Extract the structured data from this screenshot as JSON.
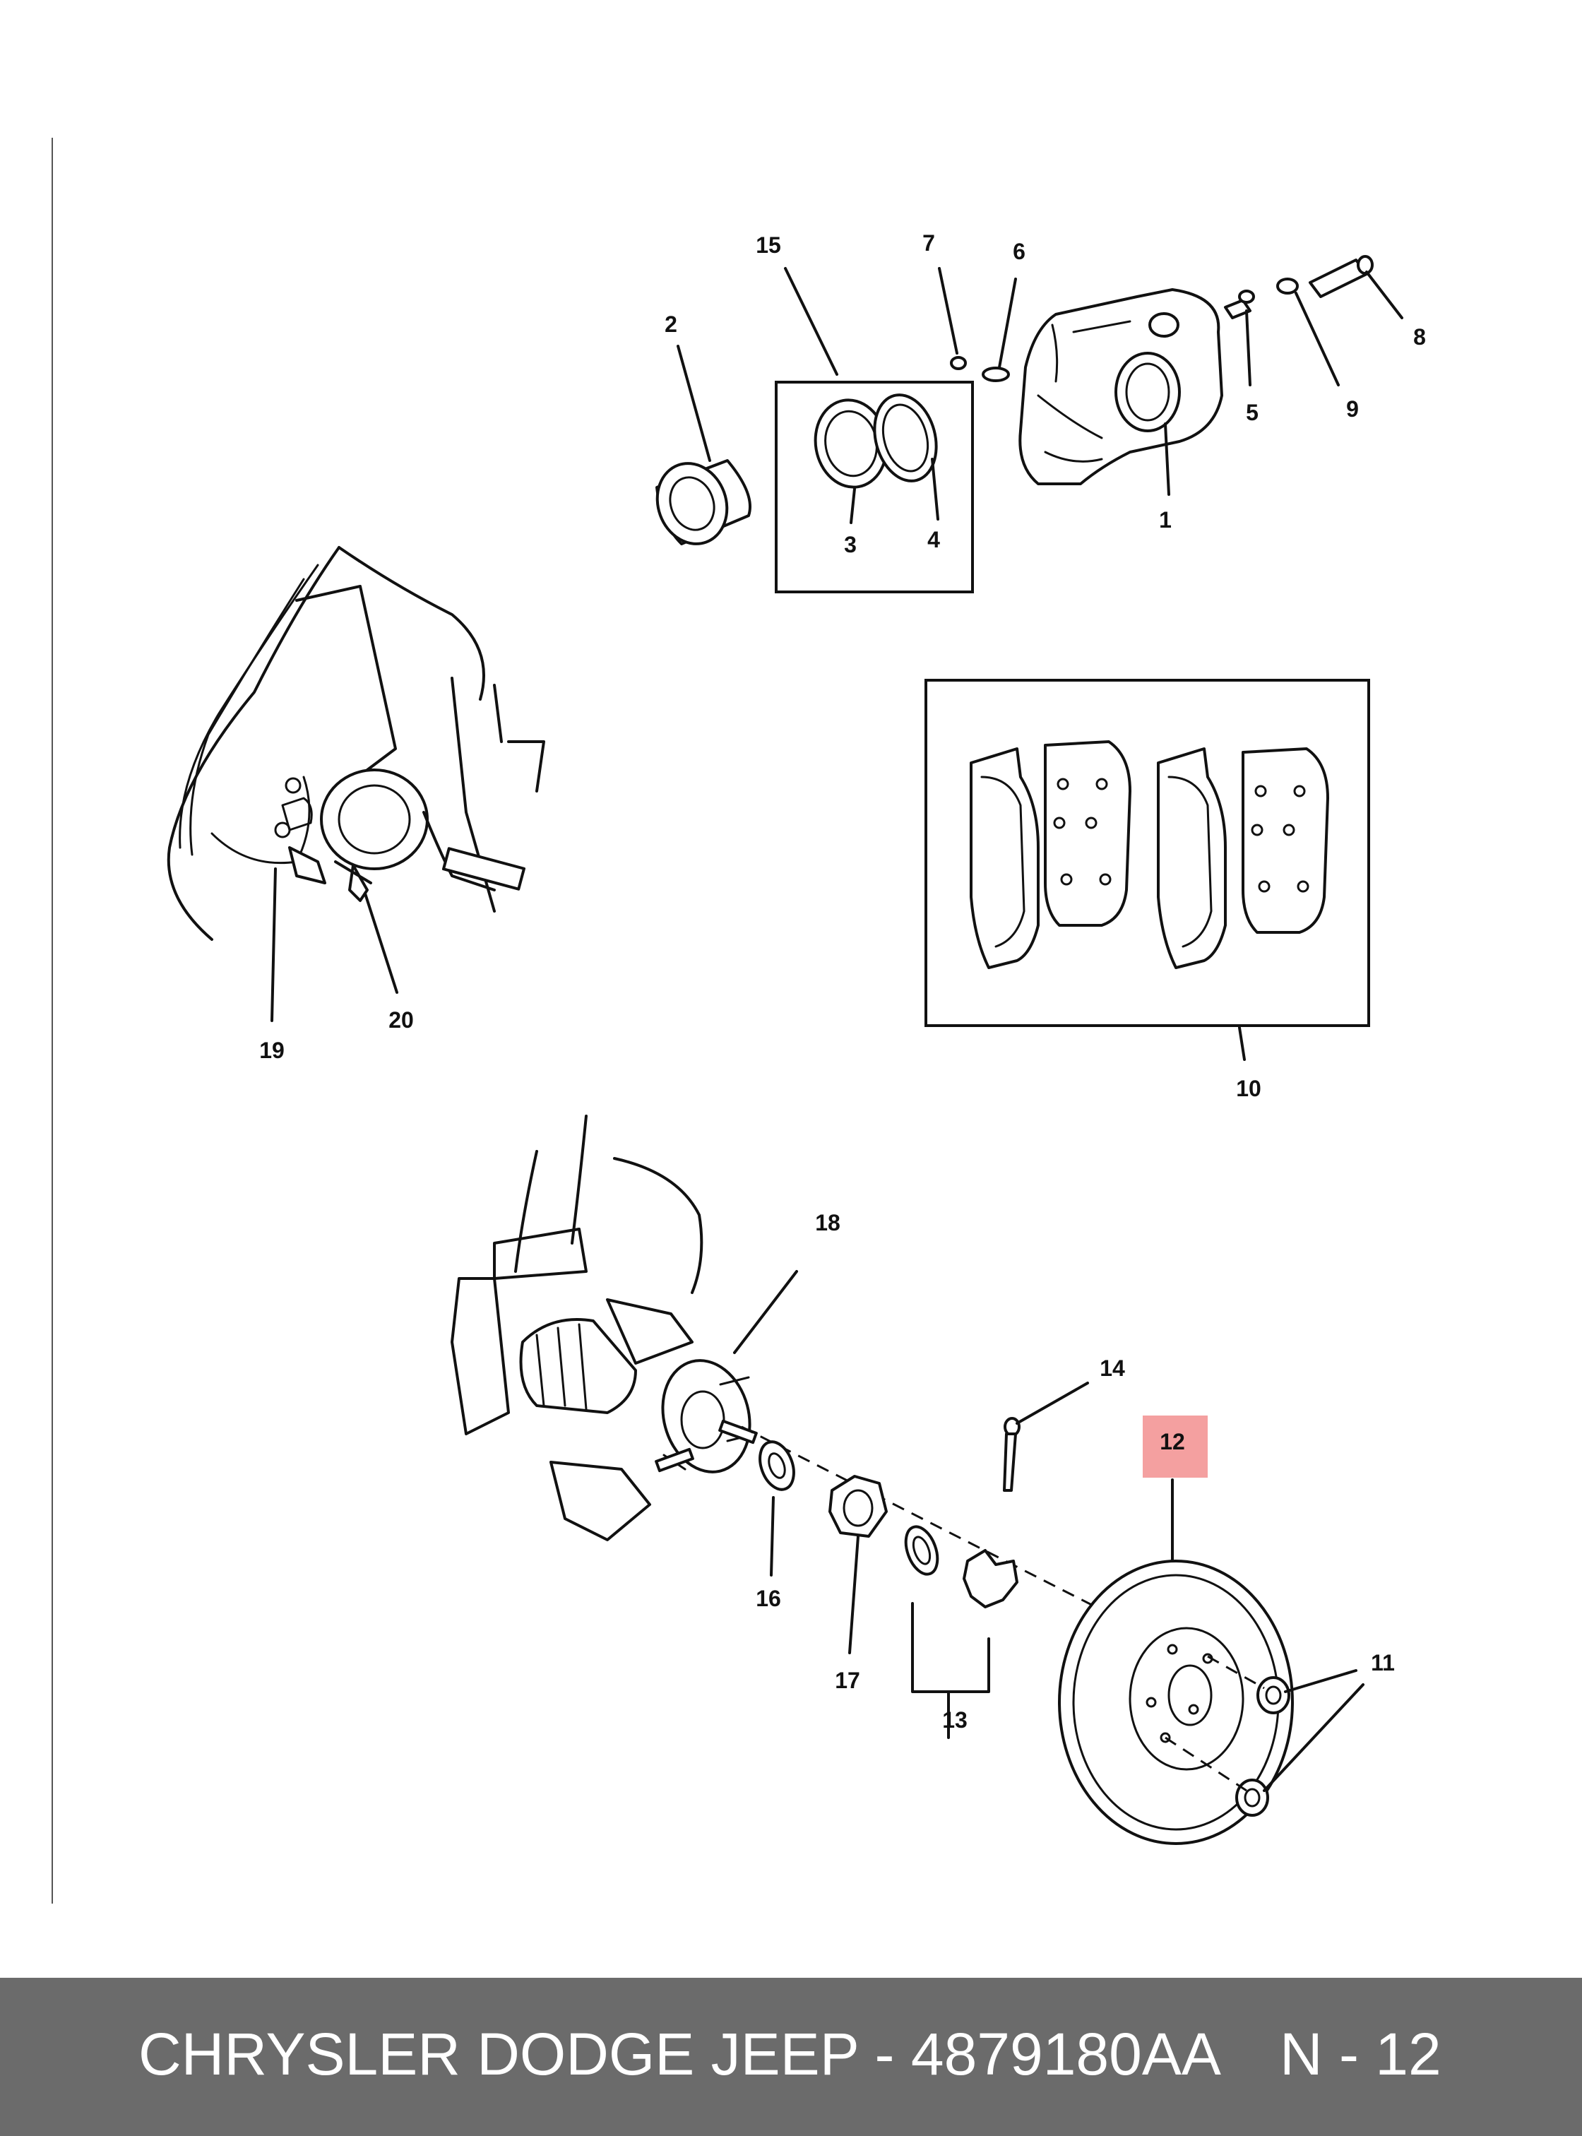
{
  "diagram": {
    "callouts": {
      "c1": "1",
      "c2": "2",
      "c3": "3",
      "c4": "4",
      "c5": "5",
      "c6": "6",
      "c7": "7",
      "c8": "8",
      "c9": "9",
      "c10": "10",
      "c11": "11",
      "c12": "12",
      "c13": "13",
      "c14": "14",
      "c15": "15",
      "c16": "16",
      "c17": "17",
      "c18": "18",
      "c19": "19",
      "c20": "20"
    },
    "highlight_color": "#f4a0a0"
  },
  "footer": {
    "title": "CHRYSLER DODGE JEEP - 4879180AA",
    "page": "N - 12",
    "background": "#6b6b6b"
  }
}
